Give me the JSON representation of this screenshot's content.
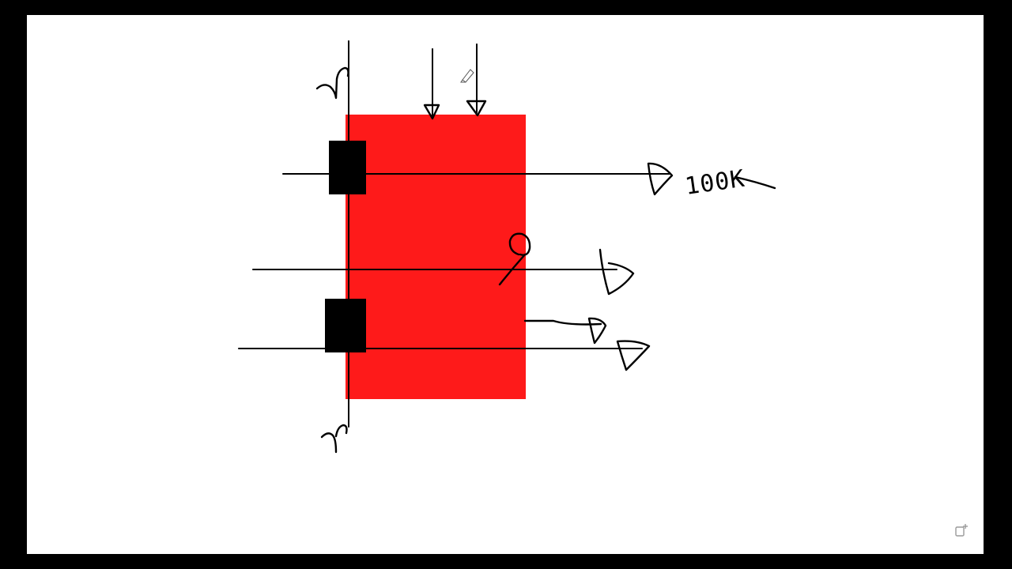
{
  "colors": {
    "frame": "#000000",
    "canvas": "#ffffff",
    "slab": "#fe1a1a",
    "ink": "#000000",
    "icon": "#9a9a9a"
  },
  "annotations": {
    "right_label": "100K",
    "top_symbol": "y",
    "bottom_symbol": "y"
  },
  "icons": {
    "pen_cursor": "pen-cursor-icon",
    "corner_tool": "new-page-icon"
  }
}
